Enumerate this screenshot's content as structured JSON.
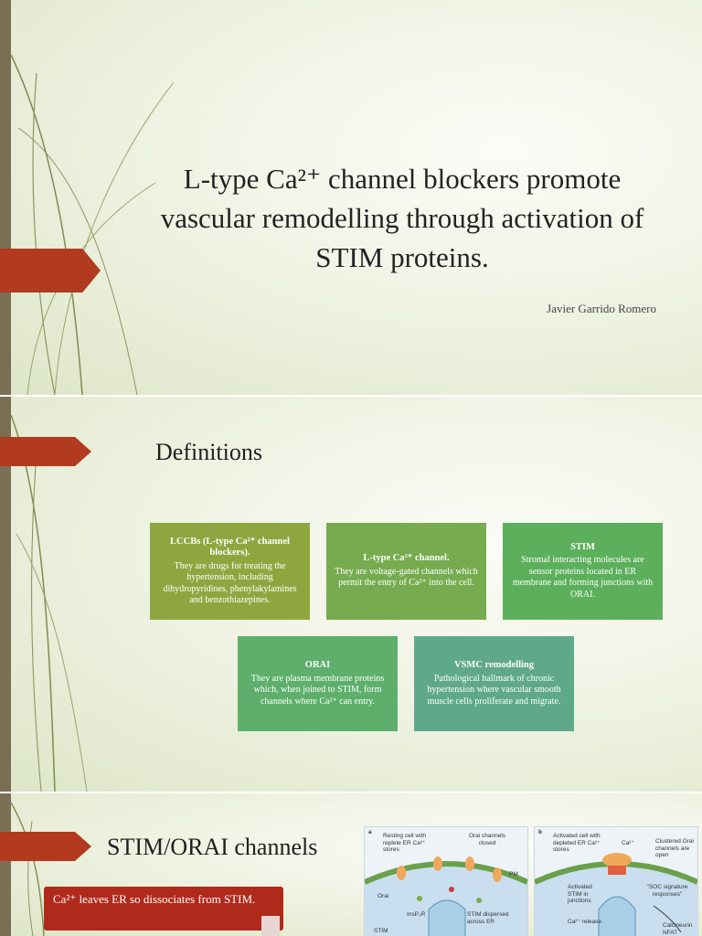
{
  "slide1": {
    "title": "L-type Ca²⁺ channel blockers  promote vascular remodelling through activation of STIM proteins.",
    "author": "Javier Garrido Romero"
  },
  "slide2": {
    "heading": "Definitions",
    "boxes": [
      {
        "title": "LCCBs (L-type Ca²⁺ channel blockers).",
        "body": "They are drugs for treating the hypertension, including dihydropyridines, phenylakylamines and benzothiazepines.",
        "color": "#8fa640"
      },
      {
        "title": "L-type Ca²⁺ channel.",
        "body": "They are voltage-gated channels which permit the entry of Ca²⁺ into the cell.",
        "color": "#77ab4f"
      },
      {
        "title": "STIM",
        "body": "Stromal interacting molecules are sensor proteins located in ER membrane and forming junctions with ORAI.",
        "color": "#5caf5b"
      },
      {
        "title": "ORAI",
        "body": "They are plasma membrane proteins which, when joined to STIM, form channels where Ca²⁺ can entry.",
        "color": "#5daf6b"
      },
      {
        "title": "VSMC remodelling",
        "body": "Pathological hallmark of chronic hypertension where vascular smooth muscle cells proliferate and migrate.",
        "color": "#5fa98a"
      }
    ]
  },
  "slide3": {
    "heading": "STIM/ORAI channels",
    "note": "Ca²⁺ leaves ER so dissociates from STIM.",
    "figure_a": {
      "letter": "a",
      "labels": [
        "Resting cell with replete ER Ca²⁺ stores",
        "Orai channels closed",
        "PM",
        "Orai",
        "InsP₃R",
        "STIM dispersed across ER",
        "STIM"
      ]
    },
    "figure_b": {
      "letter": "b",
      "labels": [
        "Activated cell with depleted ER Ca²⁺ stores",
        "Ca²⁺",
        "Clustered Orai channels are open",
        "Activated STIM in junctions",
        "\"SOC signature responses\"",
        "Ca²⁺ release",
        "Calcineurin NFAT"
      ]
    }
  },
  "colors": {
    "accent": "#b23a1f",
    "leftbar": "#7a6e55"
  }
}
